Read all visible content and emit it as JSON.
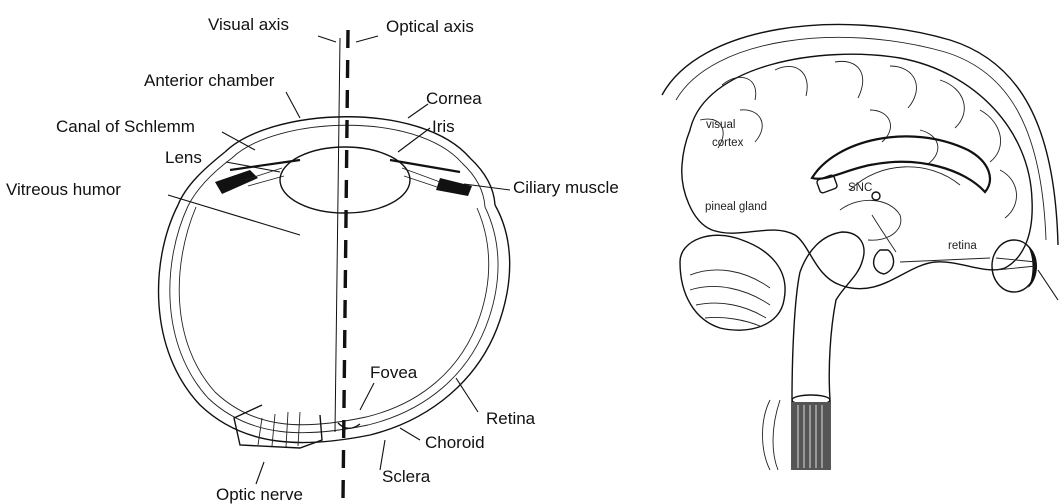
{
  "eye_diagram": {
    "labels": {
      "visual_axis": "Visual axis",
      "optical_axis": "Optical axis",
      "anterior_chamber": "Anterior chamber",
      "cornea": "Cornea",
      "canal_of_schlemm": "Canal of Schlemm",
      "iris": "Iris",
      "lens": "Lens",
      "ciliary_muscle": "Ciliary muscle",
      "vitreous_humor": "Vitreous humor",
      "fovea": "Fovea",
      "retina": "Retina",
      "choroid": "Choroid",
      "sclera": "Sclera",
      "optic_nerve": "Optic nerve"
    }
  },
  "brain_diagram": {
    "labels": {
      "visual_cortex_line1": "visual",
      "visual_cortex_line2": "cortex",
      "pineal_gland": "pineal gland",
      "snc": "SNC",
      "retina": "retina"
    }
  }
}
